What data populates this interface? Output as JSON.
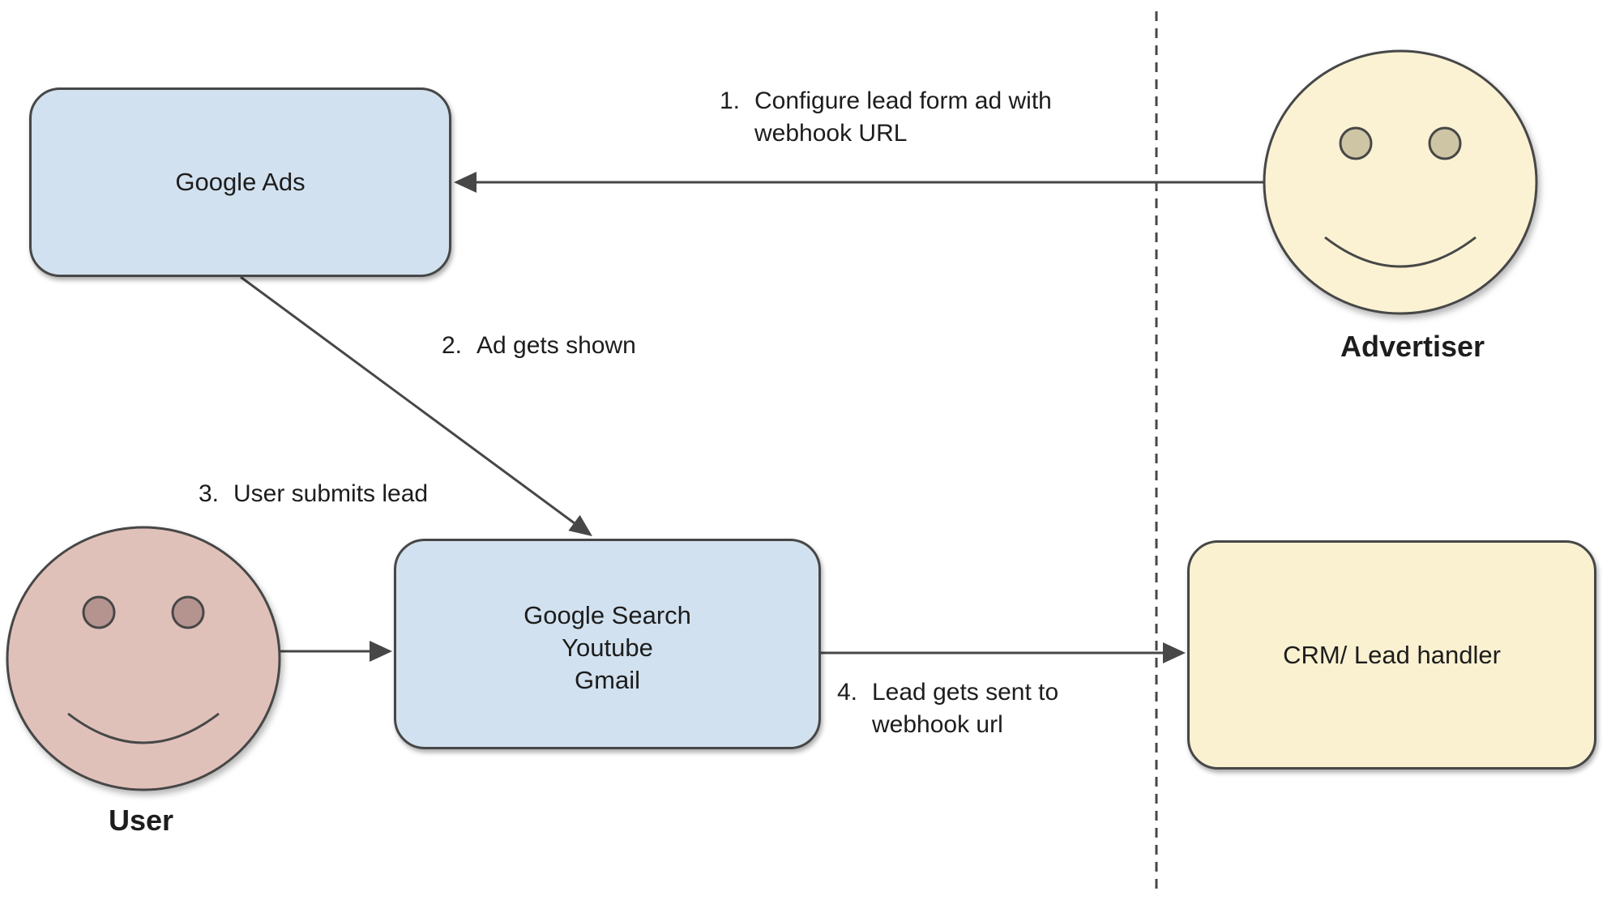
{
  "colors": {
    "background": "#ffffff",
    "node_blue": "#d2e1ef",
    "node_yellow": "#faf1d1",
    "face_yellow": "#faf2d3",
    "face_pink": "#e0c1b9",
    "eye_yellow": "#cdc5a4",
    "eye_pink": "#b59490",
    "stroke": "#474747",
    "text": "#1d1d1d"
  },
  "nodes": {
    "google_ads": {
      "label": "Google Ads"
    },
    "google_properties": {
      "line1": "Google Search",
      "line2": "Youtube",
      "line3": "Gmail"
    },
    "crm": {
      "label": "CRM/ Lead handler"
    }
  },
  "actors": {
    "advertiser": {
      "label": "Advertiser"
    },
    "user": {
      "label": "User"
    }
  },
  "steps": [
    {
      "num": "1.",
      "line1": "Configure lead form ad with",
      "line2": "webhook URL"
    },
    {
      "num": "2.",
      "line1": "Ad gets shown",
      "line2": ""
    },
    {
      "num": "3.",
      "line1": "User submits lead",
      "line2": ""
    },
    {
      "num": "4.",
      "line1": "Lead gets sent to",
      "line2": "webhook url"
    }
  ]
}
